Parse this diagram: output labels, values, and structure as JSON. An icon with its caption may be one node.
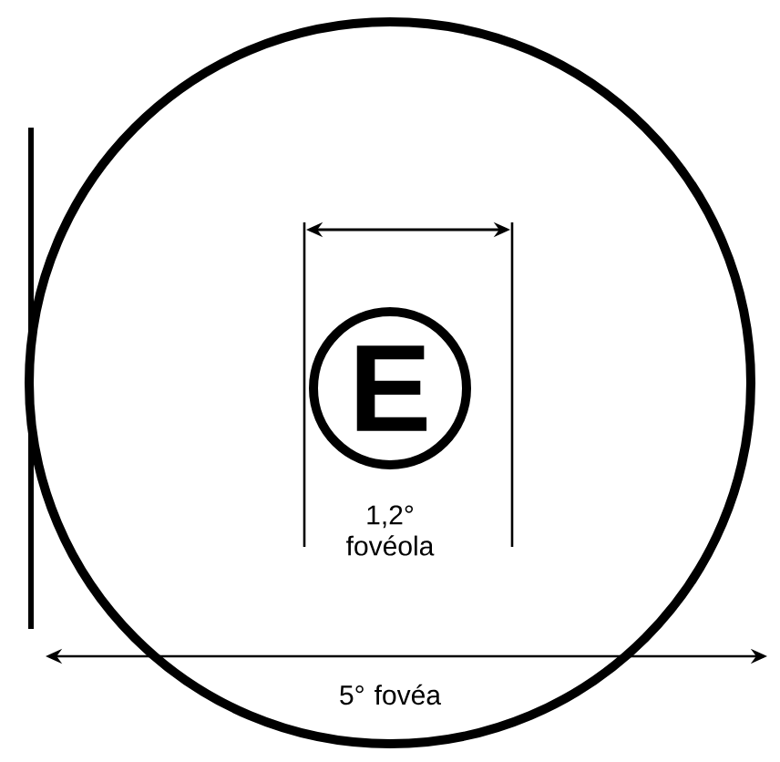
{
  "diagram": {
    "nodes": [
      {
        "text": [],
        "shape": "circle"
      },
      {
        "text": [
          "E"
        ],
        "in": 0
      }
    ],
    "labels": [
      "1,2° fovéola",
      "5° fovéa"
    ]
  }
}
